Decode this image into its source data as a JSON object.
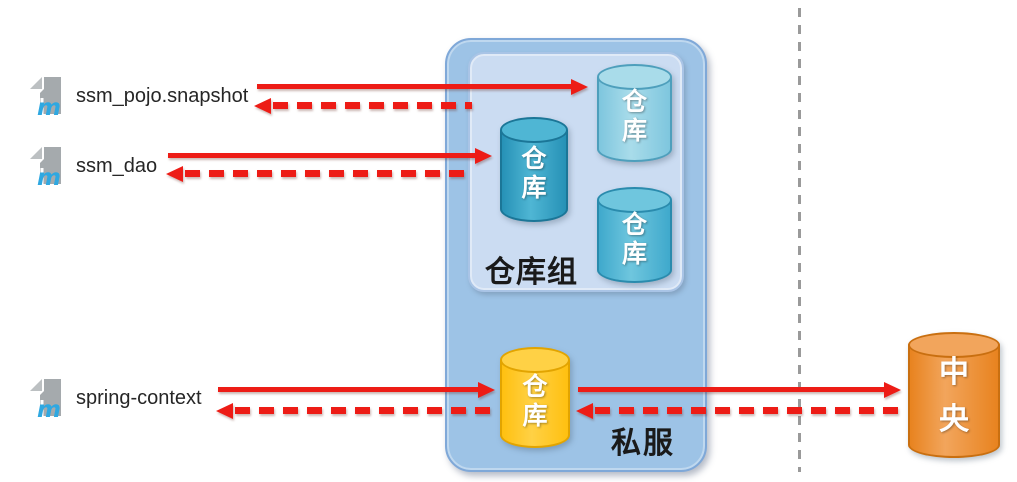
{
  "colors": {
    "red": "#ED1C16",
    "outer-box-fill": "#9DC3E6",
    "outer-box-border": "#7FA8D8",
    "inner-box-fill": "#CBDCF2",
    "inner-box-border": "#A9C4E6",
    "teal-light-body": "#7EC6DE",
    "teal-light-top": "#A9DCEA",
    "teal-light-border": "#4E9FBC",
    "teal-dark-body": "#2691B6",
    "teal-dark-top": "#4FB6D4",
    "teal-dark-border": "#1B7697",
    "teal-mid-body": "#3FA9CC",
    "teal-mid-top": "#6FC6DE",
    "teal-mid-border": "#2A8BAD",
    "gold-body": "#FFC010",
    "gold-top": "#FFD145",
    "gold-border": "#E2A400",
    "orange-body": "#E8831F",
    "orange-top": "#F2A55C",
    "orange-border": "#C96F10",
    "maven-gray": "#A5AAAD",
    "maven-fold": "#BCC0C2",
    "maven-blue": "#2FA8E1",
    "divider-gray": "#9A9A9A",
    "label-text": "#1A1A1A"
  },
  "maven_icon_glyph": "m",
  "clients": [
    {
      "label": "ssm_pojo.snapshot"
    },
    {
      "label": "ssm_dao"
    },
    {
      "label": "spring-context"
    }
  ],
  "private_server": {
    "label": "私服",
    "repo_group": {
      "label": "仓库组",
      "repos": [
        {
          "label": "仓库"
        },
        {
          "label": "仓库"
        },
        {
          "label": "仓库"
        }
      ]
    },
    "local_repo": {
      "label": "仓库"
    }
  },
  "central_repo": {
    "label": "中央"
  }
}
